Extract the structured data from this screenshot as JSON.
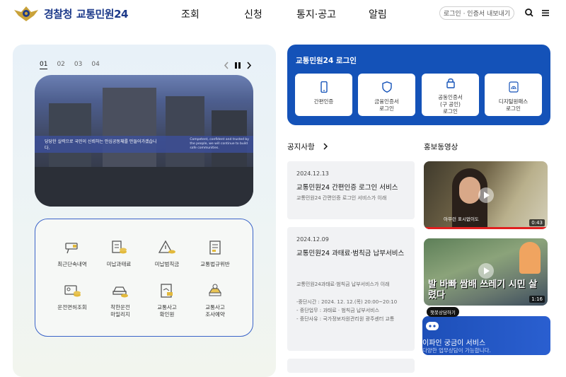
{
  "header": {
    "logo_police": "경찰청",
    "logo_service": "교통민원24",
    "nav": [
      "조회",
      "신청",
      "통지·공고",
      "알림"
    ],
    "login_pill": "로그인 · 인증서 내보내기"
  },
  "slider": {
    "tabs": [
      "01",
      "02",
      "03",
      "04"
    ],
    "active_tab": "01",
    "banner_text": "당당한 실력으로 국민이 신뢰하는 안심공동체를 만들어가겠습니다.",
    "banner_en": "Competent, confident and trusted by the people, we will continue to build safe communities."
  },
  "services": [
    {
      "label": "최근단속내역",
      "icon": "camera-icon"
    },
    {
      "label": "미납과태료",
      "icon": "coin-bill-icon"
    },
    {
      "label": "미납범칙금",
      "icon": "warning-coin-icon"
    },
    {
      "label": "교통법규위반",
      "icon": "document-icon"
    },
    {
      "label": "운전면허조회",
      "icon": "id-card-icon"
    },
    {
      "label": "착한운전\n마일리지",
      "icon": "car-coin-icon"
    },
    {
      "label": "교통사고\n확인원",
      "icon": "accident-doc-icon"
    },
    {
      "label": "교통사고\n조사예약",
      "icon": "accident-reserve-icon"
    }
  ],
  "login": {
    "title": "교통민원24 로그인",
    "buttons": [
      {
        "label": "간편인증",
        "icon": "phone-icon"
      },
      {
        "label": "금융인증서\n로그인",
        "icon": "shield-icon"
      },
      {
        "label": "공동인증서\n(구 공인)\n로그인",
        "icon": "lock-icon"
      },
      {
        "label": "디지털원패스\n로그인",
        "icon": "fingerprint-icon"
      }
    ]
  },
  "notices": {
    "title": "공지사항",
    "items": [
      {
        "date": "2024.12.13",
        "title": "교통민원24 간편인증 로그인 서비스",
        "desc": "교통민원24 간편인증 로그인 서비스가 이래"
      },
      {
        "date": "2024.12.09",
        "title": "교통민원24 과태료·범칙금 납부서비스",
        "desc": "교통민원24과태료·범칙금 납부서비스가 이래",
        "lines": [
          "-중단시간 : 2024. 12. 12.(목) 20:00~20:10",
          "- 중단업무 : 과태료 · 범칙금 납부서비스",
          "- 중단사유 : 국가정보자원관리원 광주센터 교통"
        ]
      }
    ]
  },
  "videos": {
    "title": "홍보동영상",
    "items": [
      {
        "duration": "0:43",
        "caption": "아무런 표시없이도"
      },
      {
        "duration": "1:16",
        "caption": "발 바빠 쌈배 쓰레기 시민 살렸다"
      }
    ]
  },
  "chat": {
    "tip": "챗봇상담하기",
    "title": "이파인 궁금이 서비스",
    "sub": "다양한 업무상담이 가능합니다."
  }
}
